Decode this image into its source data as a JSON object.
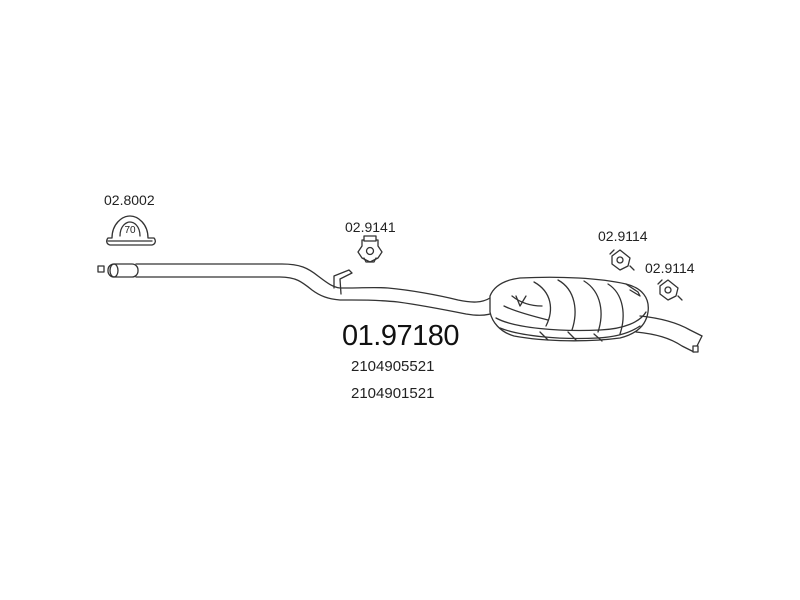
{
  "parts": {
    "clamp": {
      "code": "02.8002",
      "size": "70"
    },
    "center_hanger": {
      "code": "02.9141"
    },
    "rear_hanger_1": {
      "code": "02.9114"
    },
    "rear_hanger_2": {
      "code": "02.9114"
    }
  },
  "assembly": {
    "code": "01.97180",
    "oem_numbers": [
      "2104905521",
      "2104901521"
    ]
  },
  "colors": {
    "line": "#333333"
  }
}
